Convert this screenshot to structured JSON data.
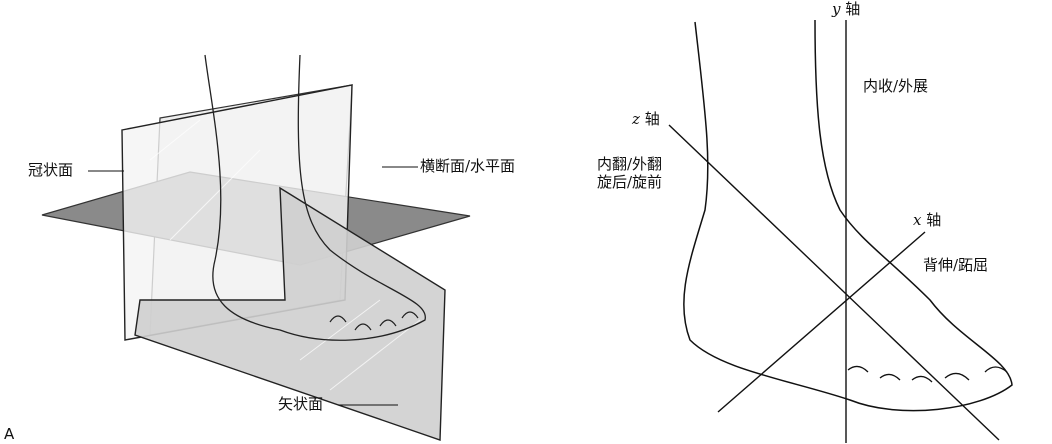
{
  "panel_a": {
    "panel_label": "A",
    "coronal": "冠状面",
    "transverse": "横断面/水平面",
    "sagittal": "矢状面"
  },
  "panel_b": {
    "y_axis": "y",
    "x_axis": "x",
    "z_axis": "z",
    "axis_suffix": "轴",
    "y_motion": "内收/外展",
    "z_motion_1": "内翻/外翻",
    "z_motion_2": "旋后/旋前",
    "x_motion": "背伸/跖屈"
  }
}
